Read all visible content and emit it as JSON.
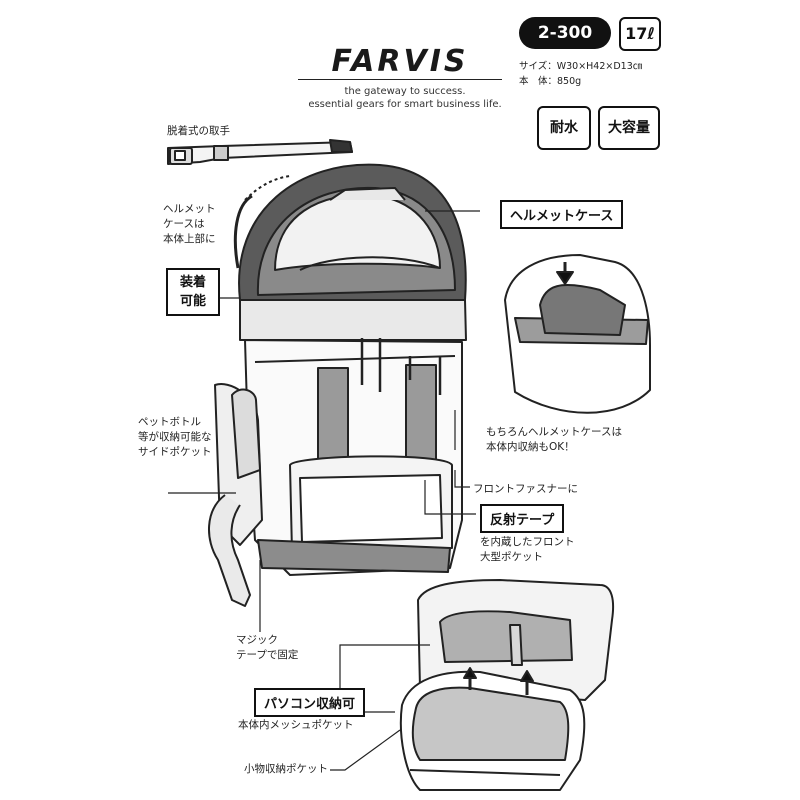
{
  "brand": {
    "name": "FARVIS",
    "tagline_1": "the gateway to success.",
    "tagline_2": "essential gears for smart business life."
  },
  "product": {
    "model": "2-300",
    "capacity": "17ℓ",
    "size": "サイズ：W30×H42×D13㎝",
    "weight": "本　体：850g"
  },
  "features": [
    "耐水",
    "大容量"
  ],
  "callouts": {
    "handle": "脱着式の取手",
    "helmet_case_top": [
      "ヘルメット",
      "ケースは",
      "本体上部に"
    ],
    "attachable": [
      "装着",
      "可能"
    ],
    "helmet_case": "ヘルメットケース",
    "helmet_inside": [
      "もちろんヘルメットケースは",
      "本体内収納もOK！"
    ],
    "bottle_pocket": [
      "ペットボトル",
      "等が収納可能な",
      "サイドポケット"
    ],
    "front_zipper": "フロントファスナーに",
    "reflective_tape": "反射テープ",
    "front_pocket": [
      "を内蔵したフロント",
      "大型ポケット"
    ],
    "magic_tape": [
      "マジック",
      "テープで固定"
    ],
    "pc_storage": "パソコン収納可",
    "mesh_pocket": "本体内メッシュポケット",
    "small_items": "小物収納ポケット"
  }
}
